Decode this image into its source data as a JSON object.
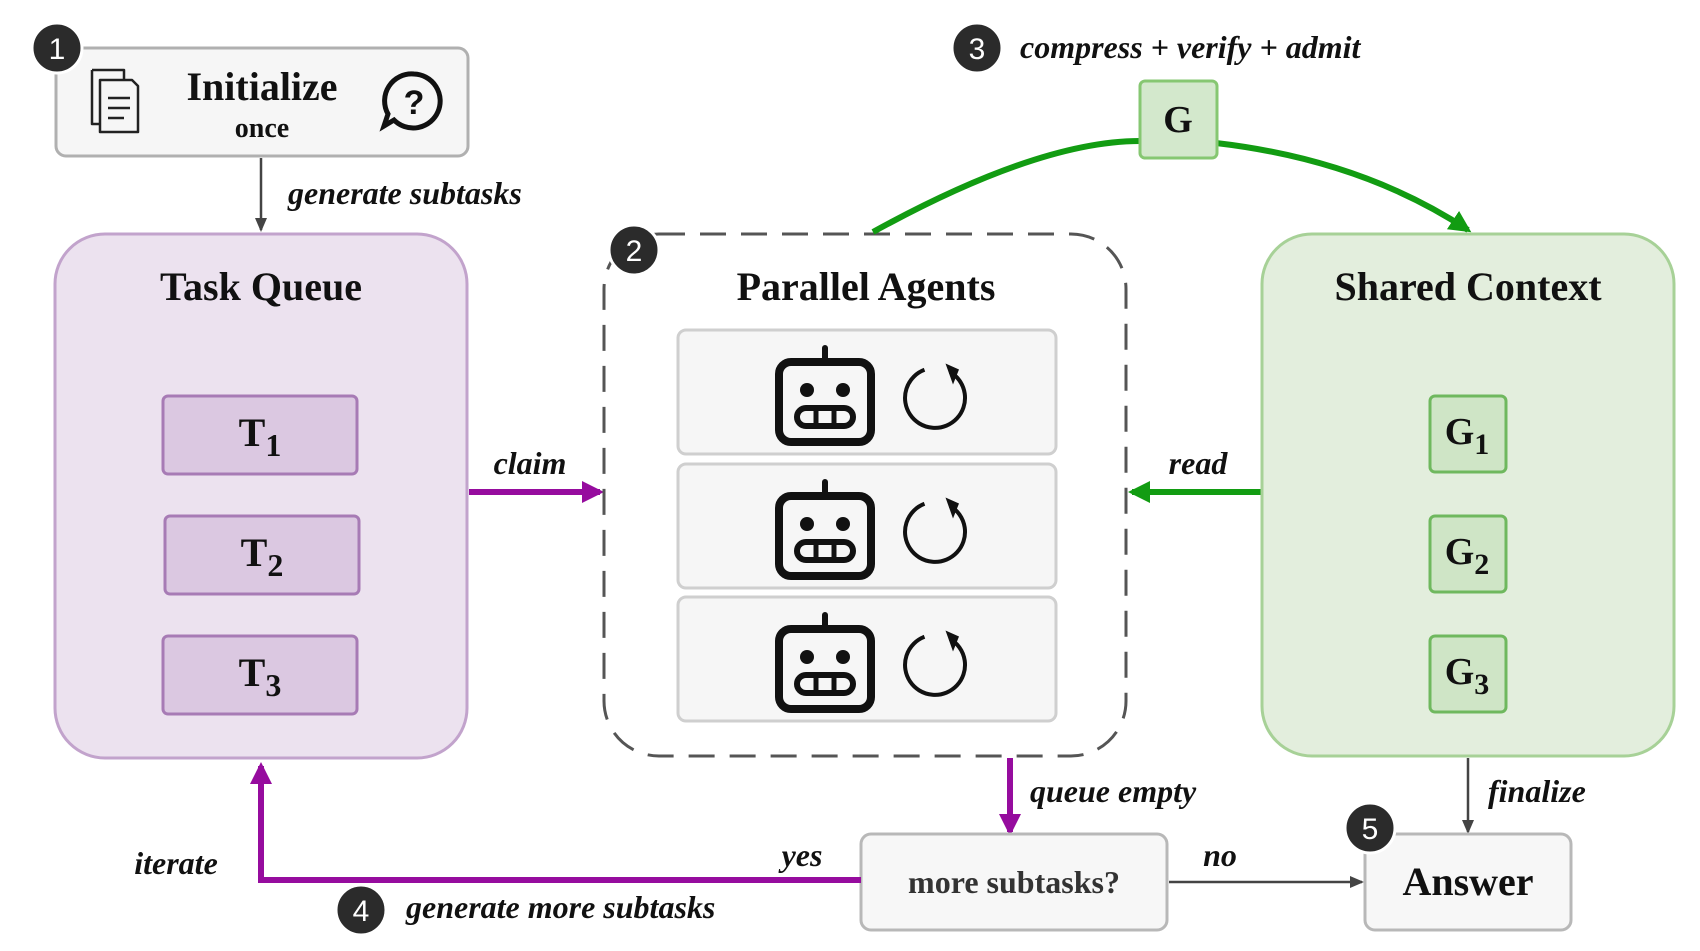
{
  "steps": {
    "s1": "1",
    "s2": "2",
    "s3": "3",
    "s4": "4",
    "s5": "5"
  },
  "initialize": {
    "title": "Initialize",
    "subtitle": "once",
    "doc_icon": "document-icon",
    "help_icon": "question-bubble-icon"
  },
  "task_queue": {
    "title": "Task Queue",
    "tasks": [
      {
        "base": "T",
        "sub": "1"
      },
      {
        "base": "T",
        "sub": "2"
      },
      {
        "base": "T",
        "sub": "3"
      }
    ],
    "fill": "#ece2ef",
    "stroke": "#c2a3cc"
  },
  "parallel_agents": {
    "title": "Parallel Agents",
    "agents": [
      {
        "icon": "robot-icon",
        "status_icon": "refresh-icon"
      },
      {
        "icon": "robot-icon",
        "status_icon": "refresh-icon"
      },
      {
        "icon": "robot-icon",
        "status_icon": "refresh-icon"
      }
    ]
  },
  "shared_context": {
    "title": "Shared Context",
    "items": [
      {
        "base": "G",
        "sub": "1"
      },
      {
        "base": "G",
        "sub": "2"
      },
      {
        "base": "G",
        "sub": "3"
      }
    ],
    "fill": "#e3eedd",
    "stroke": "#a7d197"
  },
  "gate": {
    "label": "G",
    "caption": "compress + verify + admit"
  },
  "edges": {
    "generate_subtasks": "generate subtasks",
    "claim": "claim",
    "read": "read",
    "queue_empty": "queue empty",
    "finalize": "finalize",
    "iterate": "iterate",
    "yes": "yes",
    "no": "no",
    "generate_more": "generate more subtasks"
  },
  "decision": {
    "label": "more subtasks?"
  },
  "answer": {
    "label": "Answer"
  },
  "colors": {
    "purple": "#960c9e",
    "green": "#129c12",
    "gray": "#444444"
  }
}
